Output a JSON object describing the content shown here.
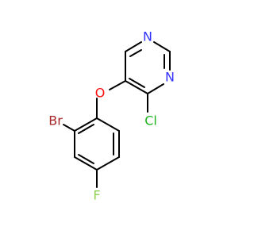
{
  "molecule": {
    "atoms": {
      "n1": "N",
      "n3": "N",
      "o": "O",
      "cl": "Cl",
      "br": "Br",
      "f": "F"
    },
    "colors": {
      "bond": "#000000",
      "N": "#3333ff",
      "O": "#ff0d0d",
      "Cl": "#1fb31f",
      "Br": "#a62929",
      "F": "#8fd14f"
    }
  }
}
